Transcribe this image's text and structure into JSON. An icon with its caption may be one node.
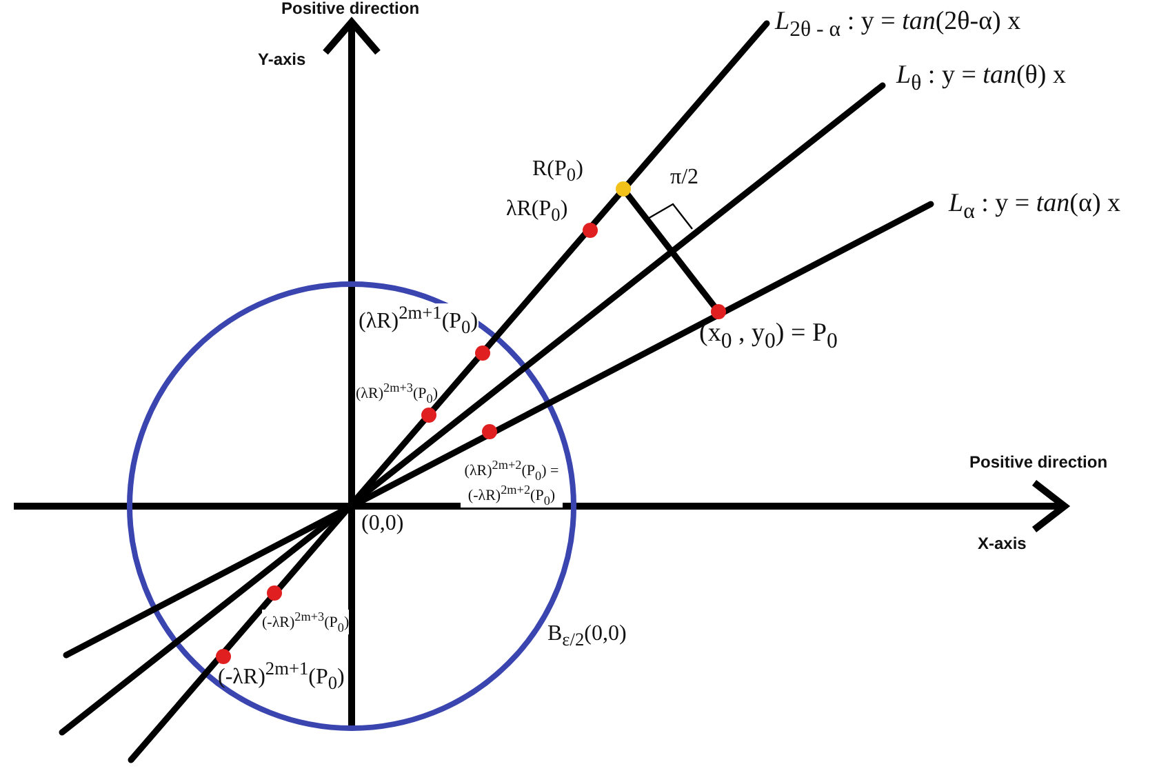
{
  "diagram": {
    "labels": [
      "Positive direction",
      "*L*$_{2θ - α}$ : y = *tan*(2θ-α) x",
      "Y-axis",
      "*L*$_{θ}$ : y = *tan*(θ) x",
      "R(P$_{0}$)",
      "π/2",
      "*L*$_{α}$ : y = *tan*(α) x",
      "λR(P$_{0}$)",
      "(λR)$^{2m+1}$(P$_{0}$)",
      "(x$_{0}$ , y$_{0}$) = P$_{0}$",
      "(λR)$^{2m+3}$(P$_{0}$)",
      "(λR)$^{2m+2}$(P$_{0}$) = (-λR)$^{2m+2}$(P$_{0}$)",
      "Positive direction",
      "(0,0)",
      "X-axis",
      "(-λR)$^{2m+3}$(P$_{0}$)",
      "B$_{ε/2}$(0,0)",
      "(-λR)$^{2m+1}$(P$_{0}$)"
    ]
  }
}
